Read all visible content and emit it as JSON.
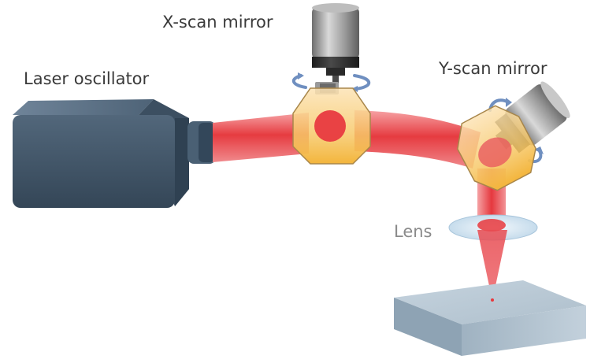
{
  "labels": {
    "laser_oscillator": "Laser oscillator",
    "x_scan_mirror": "X-scan mirror",
    "y_scan_mirror": "Y-scan mirror",
    "lens": "Lens"
  },
  "colors": {
    "oscillator_body": "#3f5366",
    "beam_red": "#e8383d",
    "beam_light": "#f59a9c",
    "mirror_gold": "#f7c450",
    "rotation_arrow": "#6f8fc0",
    "lens_blue": "#cfe2f0",
    "workpiece": "#9fb4c4",
    "motor_grey": "#8c8c8c"
  },
  "icons": {
    "rotation": "rotation-arrow-icon"
  }
}
